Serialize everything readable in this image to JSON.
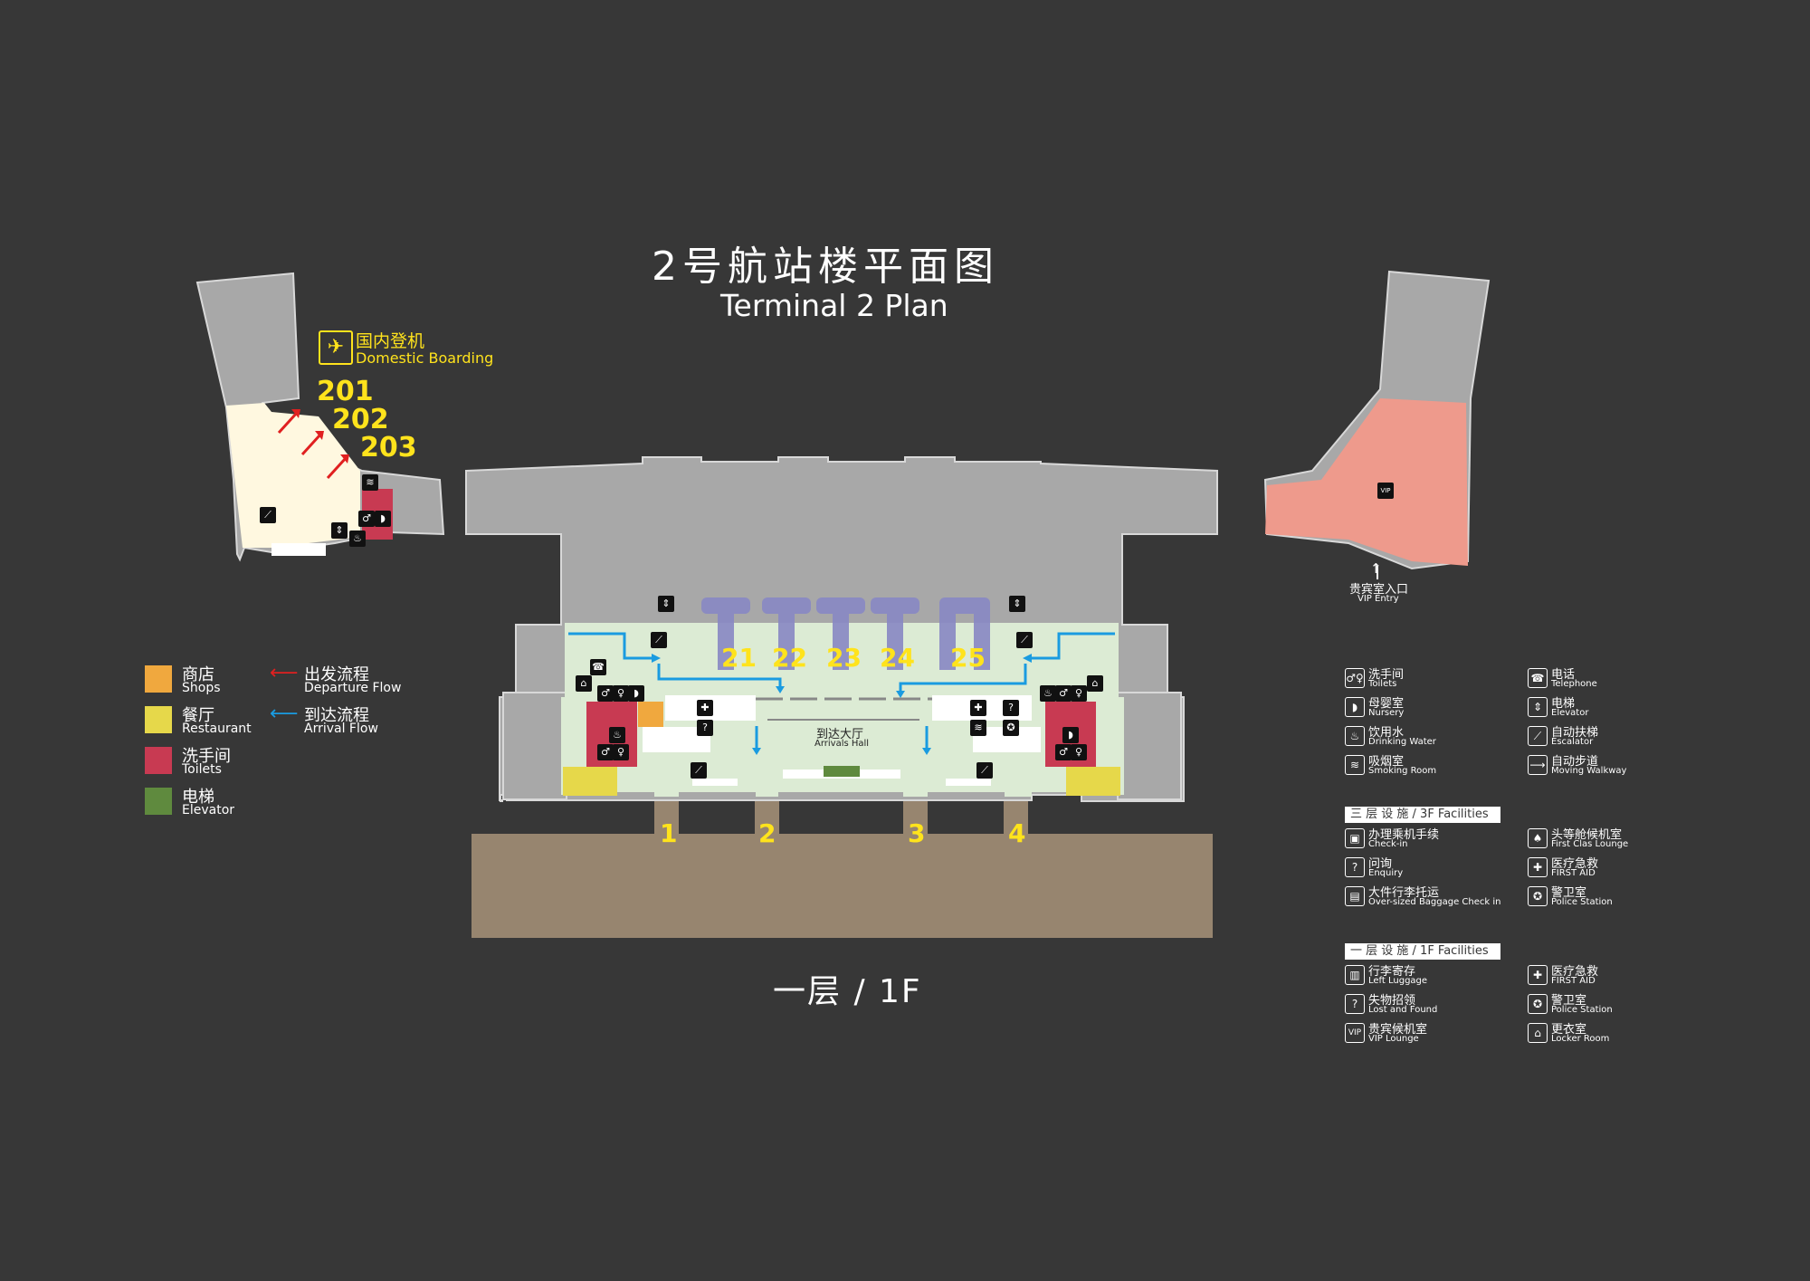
{
  "title": {
    "cn": "2号航站楼平面图",
    "en": "Terminal 2 Plan"
  },
  "floor_label": "一层 / 1F",
  "domestic_boarding": {
    "cn": "国内登机",
    "en": "Domestic Boarding",
    "gates": [
      "201",
      "202",
      "203"
    ]
  },
  "bridge_gates": [
    "21",
    "22",
    "23",
    "24",
    "25"
  ],
  "exits": [
    "1",
    "2",
    "3",
    "4"
  ],
  "arrivals_hall": {
    "cn": "到达大厅",
    "en": "Arrivals Hall"
  },
  "vip": {
    "badge": "VIP",
    "cn": "贵宾室入口",
    "en": "VIP Entry",
    "arrow": "↑"
  },
  "legend": {
    "zones": [
      {
        "cn": "商店",
        "en": "Shops",
        "color": "#f0a83e"
      },
      {
        "cn": "餐厅",
        "en": "Restaurant",
        "color": "#e6d84a"
      },
      {
        "cn": "洗手间",
        "en": "Toilets",
        "color": "#c83a52"
      },
      {
        "cn": "电梯",
        "en": "Elevator",
        "color": "#5f8a3e"
      }
    ],
    "flows": [
      {
        "cn": "出发流程",
        "en": "Departure Flow",
        "color": "#e02020"
      },
      {
        "cn": "到达流程",
        "en": "Arrival Flow",
        "color": "#1a9be0"
      }
    ]
  },
  "facilities": {
    "general": [
      {
        "cn": "洗手间",
        "en": "Toilets",
        "icon": "toilet-icon",
        "glyph": "♂♀"
      },
      {
        "cn": "母婴室",
        "en": "Nursery",
        "icon": "nursery-icon",
        "glyph": "◗"
      },
      {
        "cn": "饮用水",
        "en": "Drinking Water",
        "icon": "drinking-water-icon",
        "glyph": "♨"
      },
      {
        "cn": "吸烟室",
        "en": "Smoking Room",
        "icon": "smoking-icon",
        "glyph": "≋"
      },
      {
        "cn": "电话",
        "en": "Telephone",
        "icon": "telephone-icon",
        "glyph": "☎"
      },
      {
        "cn": "电梯",
        "en": "Elevator",
        "icon": "elevator-icon",
        "glyph": "⇕"
      },
      {
        "cn": "自动扶梯",
        "en": "Escalator",
        "icon": "escalator-icon",
        "glyph": "⟋"
      },
      {
        "cn": "自动步道",
        "en": "Moving Walkway",
        "icon": "moving-walkway-icon",
        "glyph": "⟶"
      }
    ],
    "f3_header": "三 层 设 施 / 3F Facilities",
    "f3": [
      {
        "cn": "办理乘机手续",
        "en": "Check-in",
        "icon": "check-in-icon",
        "glyph": "▣"
      },
      {
        "cn": "问询",
        "en": "Enquiry",
        "icon": "enquiry-icon",
        "glyph": "?"
      },
      {
        "cn": "大件行李托运",
        "en": "Over-sized Baggage Check in",
        "icon": "oversized-baggage-icon",
        "glyph": "▤"
      },
      {
        "cn": "头等舱候机室",
        "en": "First Clas Lounge",
        "icon": "first-class-lounge-icon",
        "glyph": "♠"
      },
      {
        "cn": "医疗急救",
        "en": "FIRST AID",
        "icon": "first-aid-icon",
        "glyph": "✚"
      },
      {
        "cn": "警卫室",
        "en": "Police Station",
        "icon": "police-icon",
        "glyph": "✪"
      }
    ],
    "f1_header": "一 层 设 施 / 1F Facilities",
    "f1": [
      {
        "cn": "行李寄存",
        "en": "Left Luggage",
        "icon": "left-luggage-icon",
        "glyph": "▥"
      },
      {
        "cn": "失物招领",
        "en": "Lost and Found",
        "icon": "lost-found-icon",
        "glyph": "?"
      },
      {
        "cn": "贵宾候机室",
        "en": "VIP Lounge",
        "icon": "vip-lounge-icon",
        "glyph": "VIP"
      },
      {
        "cn": "医疗急救",
        "en": "FIRST AID",
        "icon": "first-aid-icon",
        "glyph": "✚"
      },
      {
        "cn": "警卫室",
        "en": "Police Station",
        "icon": "police-icon",
        "glyph": "✪"
      },
      {
        "cn": "更衣室",
        "en": "Locker Room",
        "icon": "locker-room-icon",
        "glyph": "⌂"
      }
    ]
  },
  "colors": {
    "background": "#373737",
    "building": "#a8a8a8",
    "arrivals_floor": "#dcebd4",
    "departure_lounge": "#fff8e0",
    "vip_zone": "#ee9a8c",
    "apron": "#97856f",
    "bridge": "#8888c4",
    "yellow_text": "#ffe31c"
  }
}
